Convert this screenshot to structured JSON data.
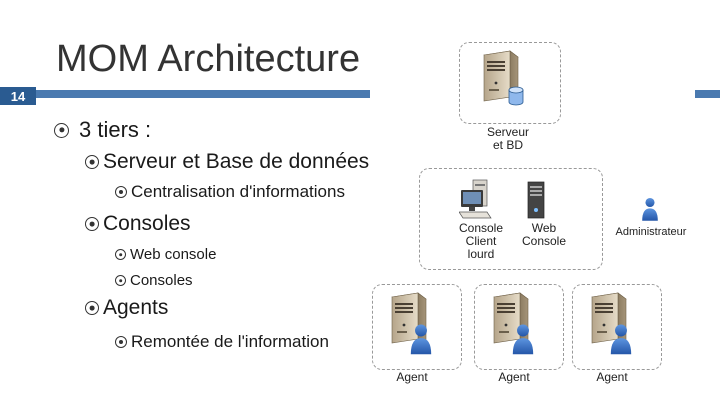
{
  "slide": {
    "number": "14",
    "title": "MOM Architecture",
    "bullets": {
      "tiers": "3 tiers :",
      "server": "Serveur et Base de données",
      "centralisation": "Centralisation d'informations",
      "consoles_header": "Consoles",
      "web_console": "Web console",
      "consoles_item": "Consoles",
      "agents": "Agents",
      "remontee": "Remontée de l'information"
    },
    "colors": {
      "accent": "#4a7ab0",
      "number_box": "#2a5b91",
      "user_icon": "#3a72c4"
    }
  },
  "diagram": {
    "server_label_1": "Serveur",
    "server_label_2": "et BD",
    "console_label_1": "Console",
    "console_label_2": "Client",
    "console_label_3": "lourd",
    "web_label_1": "Web",
    "web_label_2": "Console",
    "admin_label": "Administrateur",
    "agent_labels": [
      "Agent",
      "Agent",
      "Agent"
    ],
    "icons": [
      "server-icon",
      "database-icon",
      "pc-icon",
      "web-console-icon",
      "user-icon"
    ]
  }
}
